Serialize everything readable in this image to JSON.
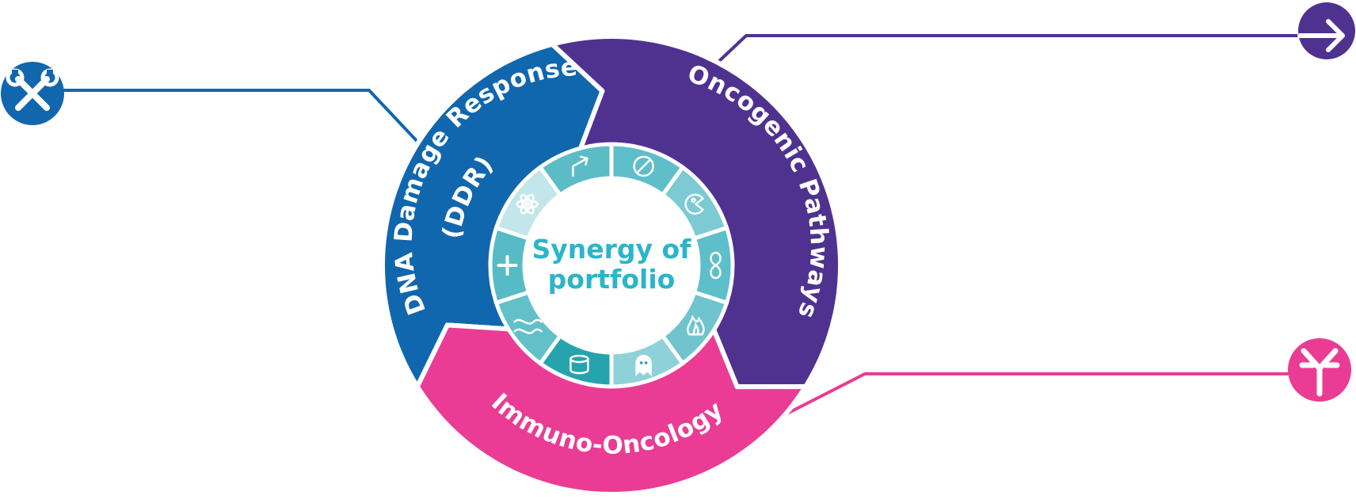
{
  "center": {
    "line1": "Synergy of",
    "line2": "portfolio",
    "color": "#2bb5c9"
  },
  "segments": [
    {
      "id": "ddr",
      "line1": "DNA Damage Response",
      "line2": "(DDR)",
      "color": "#1167ae",
      "icon": "tools-icon"
    },
    {
      "id": "oncogenic",
      "line1": "Oncogenic Pathways",
      "color": "#4f3290",
      "icon": "arrow-right-icon"
    },
    {
      "id": "io",
      "line1": "Immuno-Oncology",
      "color": "#ea3c94",
      "icon": "antibody-icon"
    }
  ],
  "inner_ring": {
    "colors": [
      "#5fbfc9",
      "#7ccad3",
      "#5dbfc9",
      "#70c4cd",
      "#8fd1d8",
      "#26a4ae",
      "#62c0c9",
      "#57bbc5",
      "#c2e6ea",
      "#5bbcc6"
    ],
    "icons": [
      "no-entry-icon",
      "pacman-cell-icon",
      "infinity-icon",
      "fire-icon",
      "ghost-icon",
      "cylinder-icon",
      "dna-icon",
      "plus-icon",
      "atom-icon",
      "growth-arrow-icon"
    ]
  }
}
